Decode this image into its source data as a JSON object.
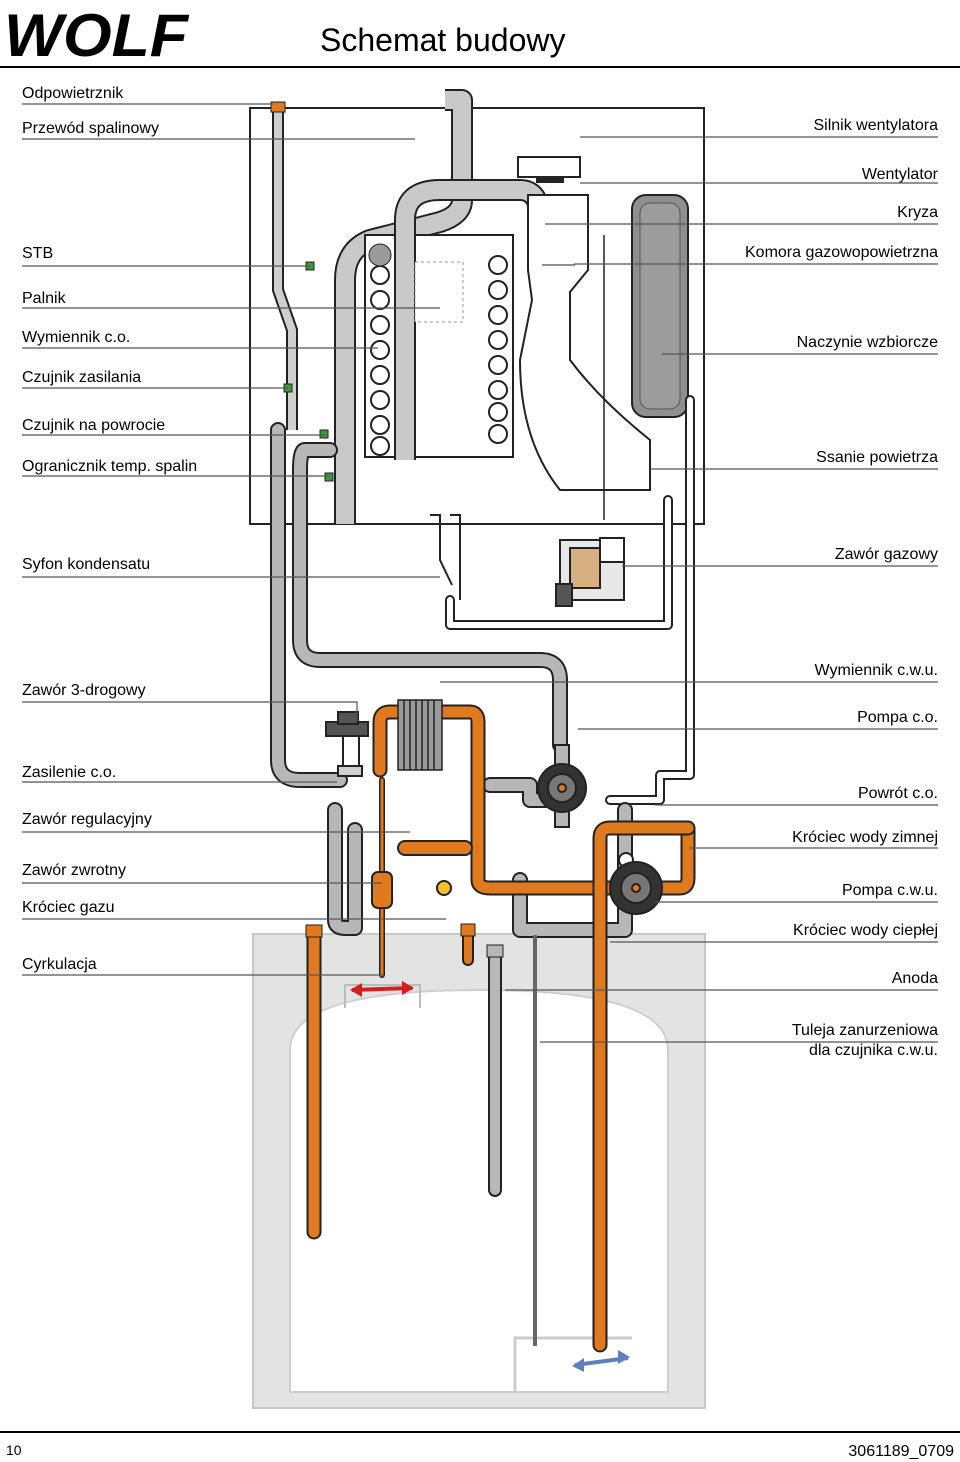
{
  "header": {
    "logo": "WOLF",
    "title": "Schemat budowy"
  },
  "labels_left": [
    "Odpowietrznik",
    "Przewód spalinowy",
    "STB",
    "Palnik",
    "Wymiennik c.o.",
    "Czujnik zasilania",
    "Czujnik na powrocie",
    "Ogranicznik temp. spalin",
    "Syfon kondensatu",
    "Zawór 3-drogowy",
    "Zasilenie c.o.",
    "Zawór regulacyjny",
    "Zawór zwrotny",
    "Króciec gazu",
    "Cyrkulacja"
  ],
  "labels_right": [
    "Silnik wentylatora",
    "Wentylator",
    "Kryza",
    "Komora gazowopowietrzna",
    "Naczynie wzbiorcze",
    "Ssanie powietrza",
    "Zawór gazowy",
    "Wymiennik c.w.u.",
    "Pompa c.o.",
    "Powrót c.o.",
    "Króciec wody zimnej",
    "Pompa c.w.u.",
    "Króciec wody ciepłej",
    "Anoda",
    "Tuleja zanurzeniowa",
    "dla czujnika c.w.u."
  ],
  "footer": {
    "page_number": "10",
    "document_number": "3061189_0709"
  },
  "colors": {
    "pipe_gray": "#b7b7b7",
    "pipe_orange": "#e07a1f",
    "tank_gray": "#e3e3e3",
    "outline": "#222222"
  }
}
